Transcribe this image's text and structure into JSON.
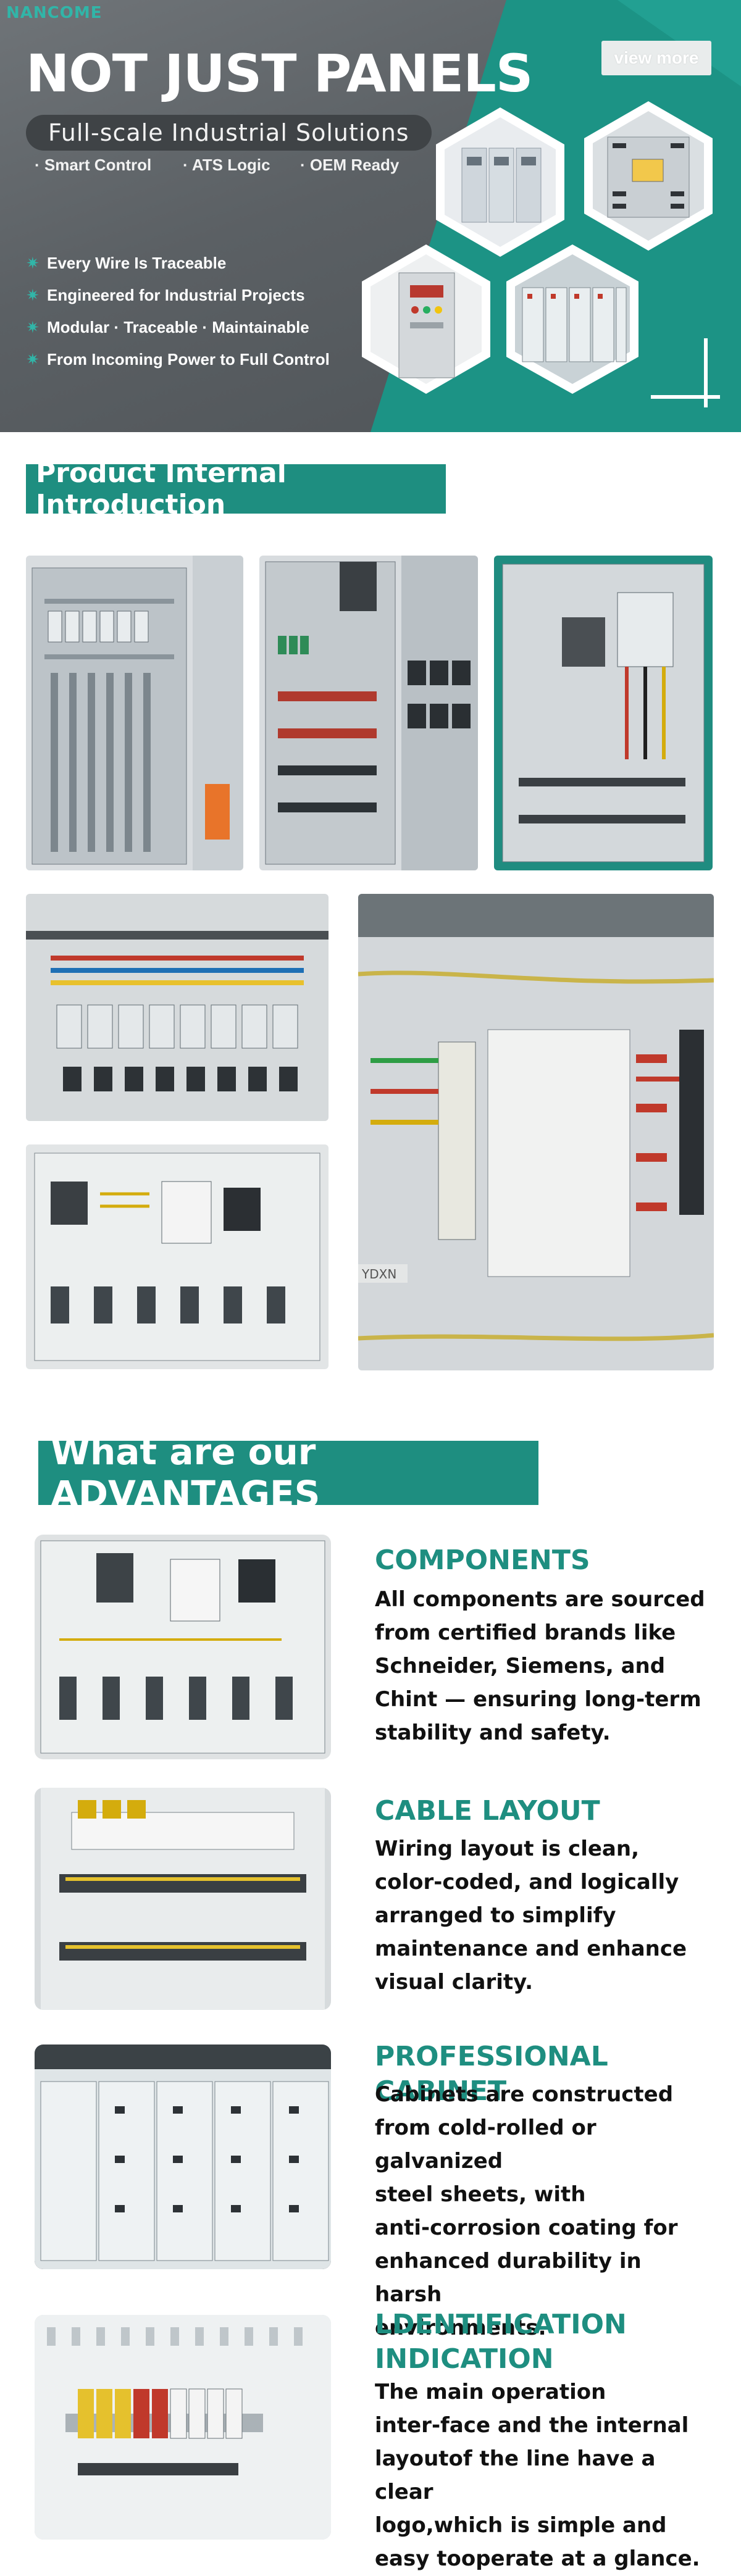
{
  "brand": {
    "logo": "NANCOME"
  },
  "hero": {
    "title": "NOT JUST PANELS",
    "view_more_label": "view more",
    "subtitle": "Full-scale Industrial Solutions",
    "tags": [
      "· Smart Control",
      "· ATS Logic",
      "· OEM Ready"
    ],
    "features": [
      "Every Wire Is Traceable",
      "Engineered for Industrial Projects",
      "Modular · Traceable · Maintainable",
      "From Incoming Power to Full Control"
    ],
    "feature_icon": "star-icon"
  },
  "product_section": {
    "title": "Product Internal Introduction"
  },
  "photo_labels": {
    "terminal_label": "YDXN"
  },
  "advantages_section": {
    "title": "What are our ADVANTAGES",
    "items": [
      {
        "heading": "COMPONENTS",
        "lines": [
          "All components are sourced",
          "from certified brands like",
          "Schneider, Siemens, and",
          "Chint — ensuring long-term",
          "stability and safety."
        ]
      },
      {
        "heading": "CABLE LAYOUT",
        "lines": [
          "Wiring layout is clean,",
          "color-coded, and logically",
          "arranged to simplify",
          "maintenance and enhance",
          "visual clarity."
        ]
      },
      {
        "heading": "PROFESSIONAL CABINET",
        "lines": [
          "Cabinets are constructed",
          "from cold-rolled or galvanized",
          "steel sheets, with",
          "anti-corrosion coating for",
          "enhanced durability in harsh",
          "environments."
        ]
      },
      {
        "heading_lines": [
          "LDENTIFICATION",
          "INDICATION"
        ],
        "lines": [
          "The main operation",
          "inter-face and the internal",
          "layoutof the line have a clear",
          "logo,which is simple and",
          "easy tooperate at a glance."
        ]
      }
    ]
  },
  "colors": {
    "accent": "#1e8e80",
    "accent_light": "#31b5a8",
    "hero_gray": "#5b6064"
  }
}
